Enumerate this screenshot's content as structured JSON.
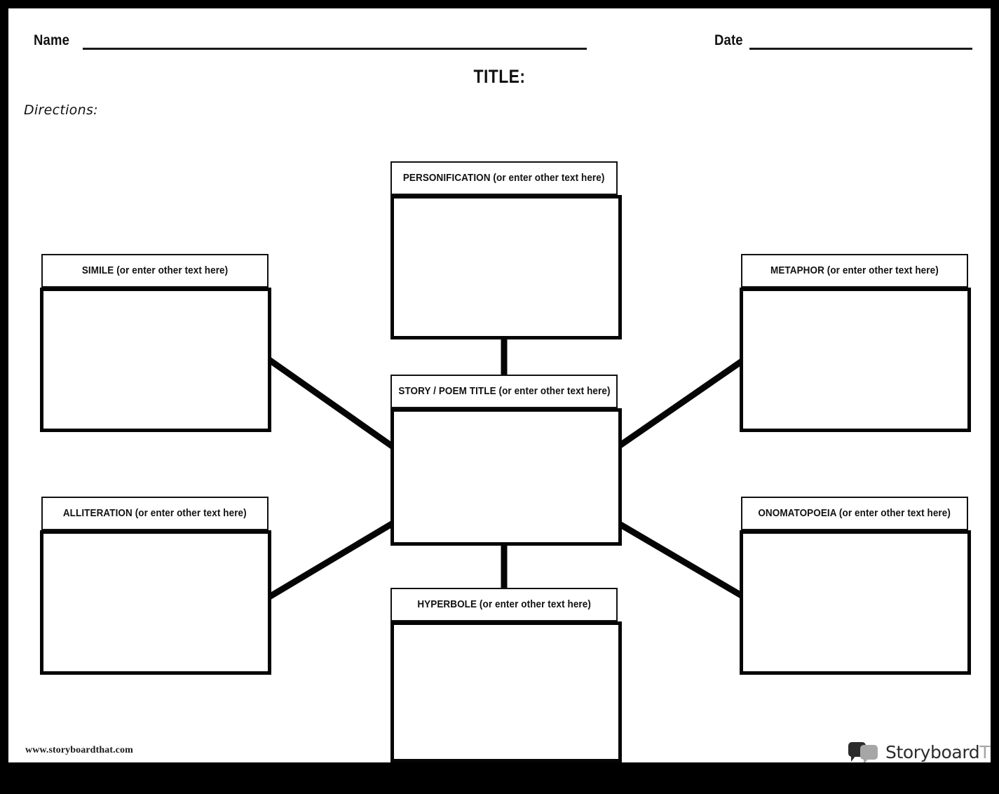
{
  "worksheet": {
    "title_heading": "TITLE:",
    "directions_label": "Directions:",
    "name_label": "Name",
    "date_label": "Date"
  },
  "nodes": {
    "center": {
      "label": "STORY / POEM TITLE (or enter other text here)"
    },
    "top": {
      "label": "PERSONIFICATION (or enter other text here)"
    },
    "bottom": {
      "label": "HYPERBOLE (or enter other text here)"
    },
    "left_top": {
      "label": "SIMILE (or enter other text here)"
    },
    "left_bottom": {
      "label": "ALLITERATION (or enter other text here)"
    },
    "right_top": {
      "label": "METAPHOR (or enter other text here)"
    },
    "right_bottom": {
      "label": "ONOMATOPOEIA (or enter other text here)"
    }
  },
  "footer": {
    "url": "www.storyboardthat.com",
    "brand_primary": "Storyboard",
    "brand_secondary": "That"
  },
  "colors": {
    "page_background": "#ffffff",
    "frame": "#000000",
    "ink": "#111111",
    "brand_dark": "#2b2b2b",
    "brand_gray": "#a6a6a6"
  }
}
